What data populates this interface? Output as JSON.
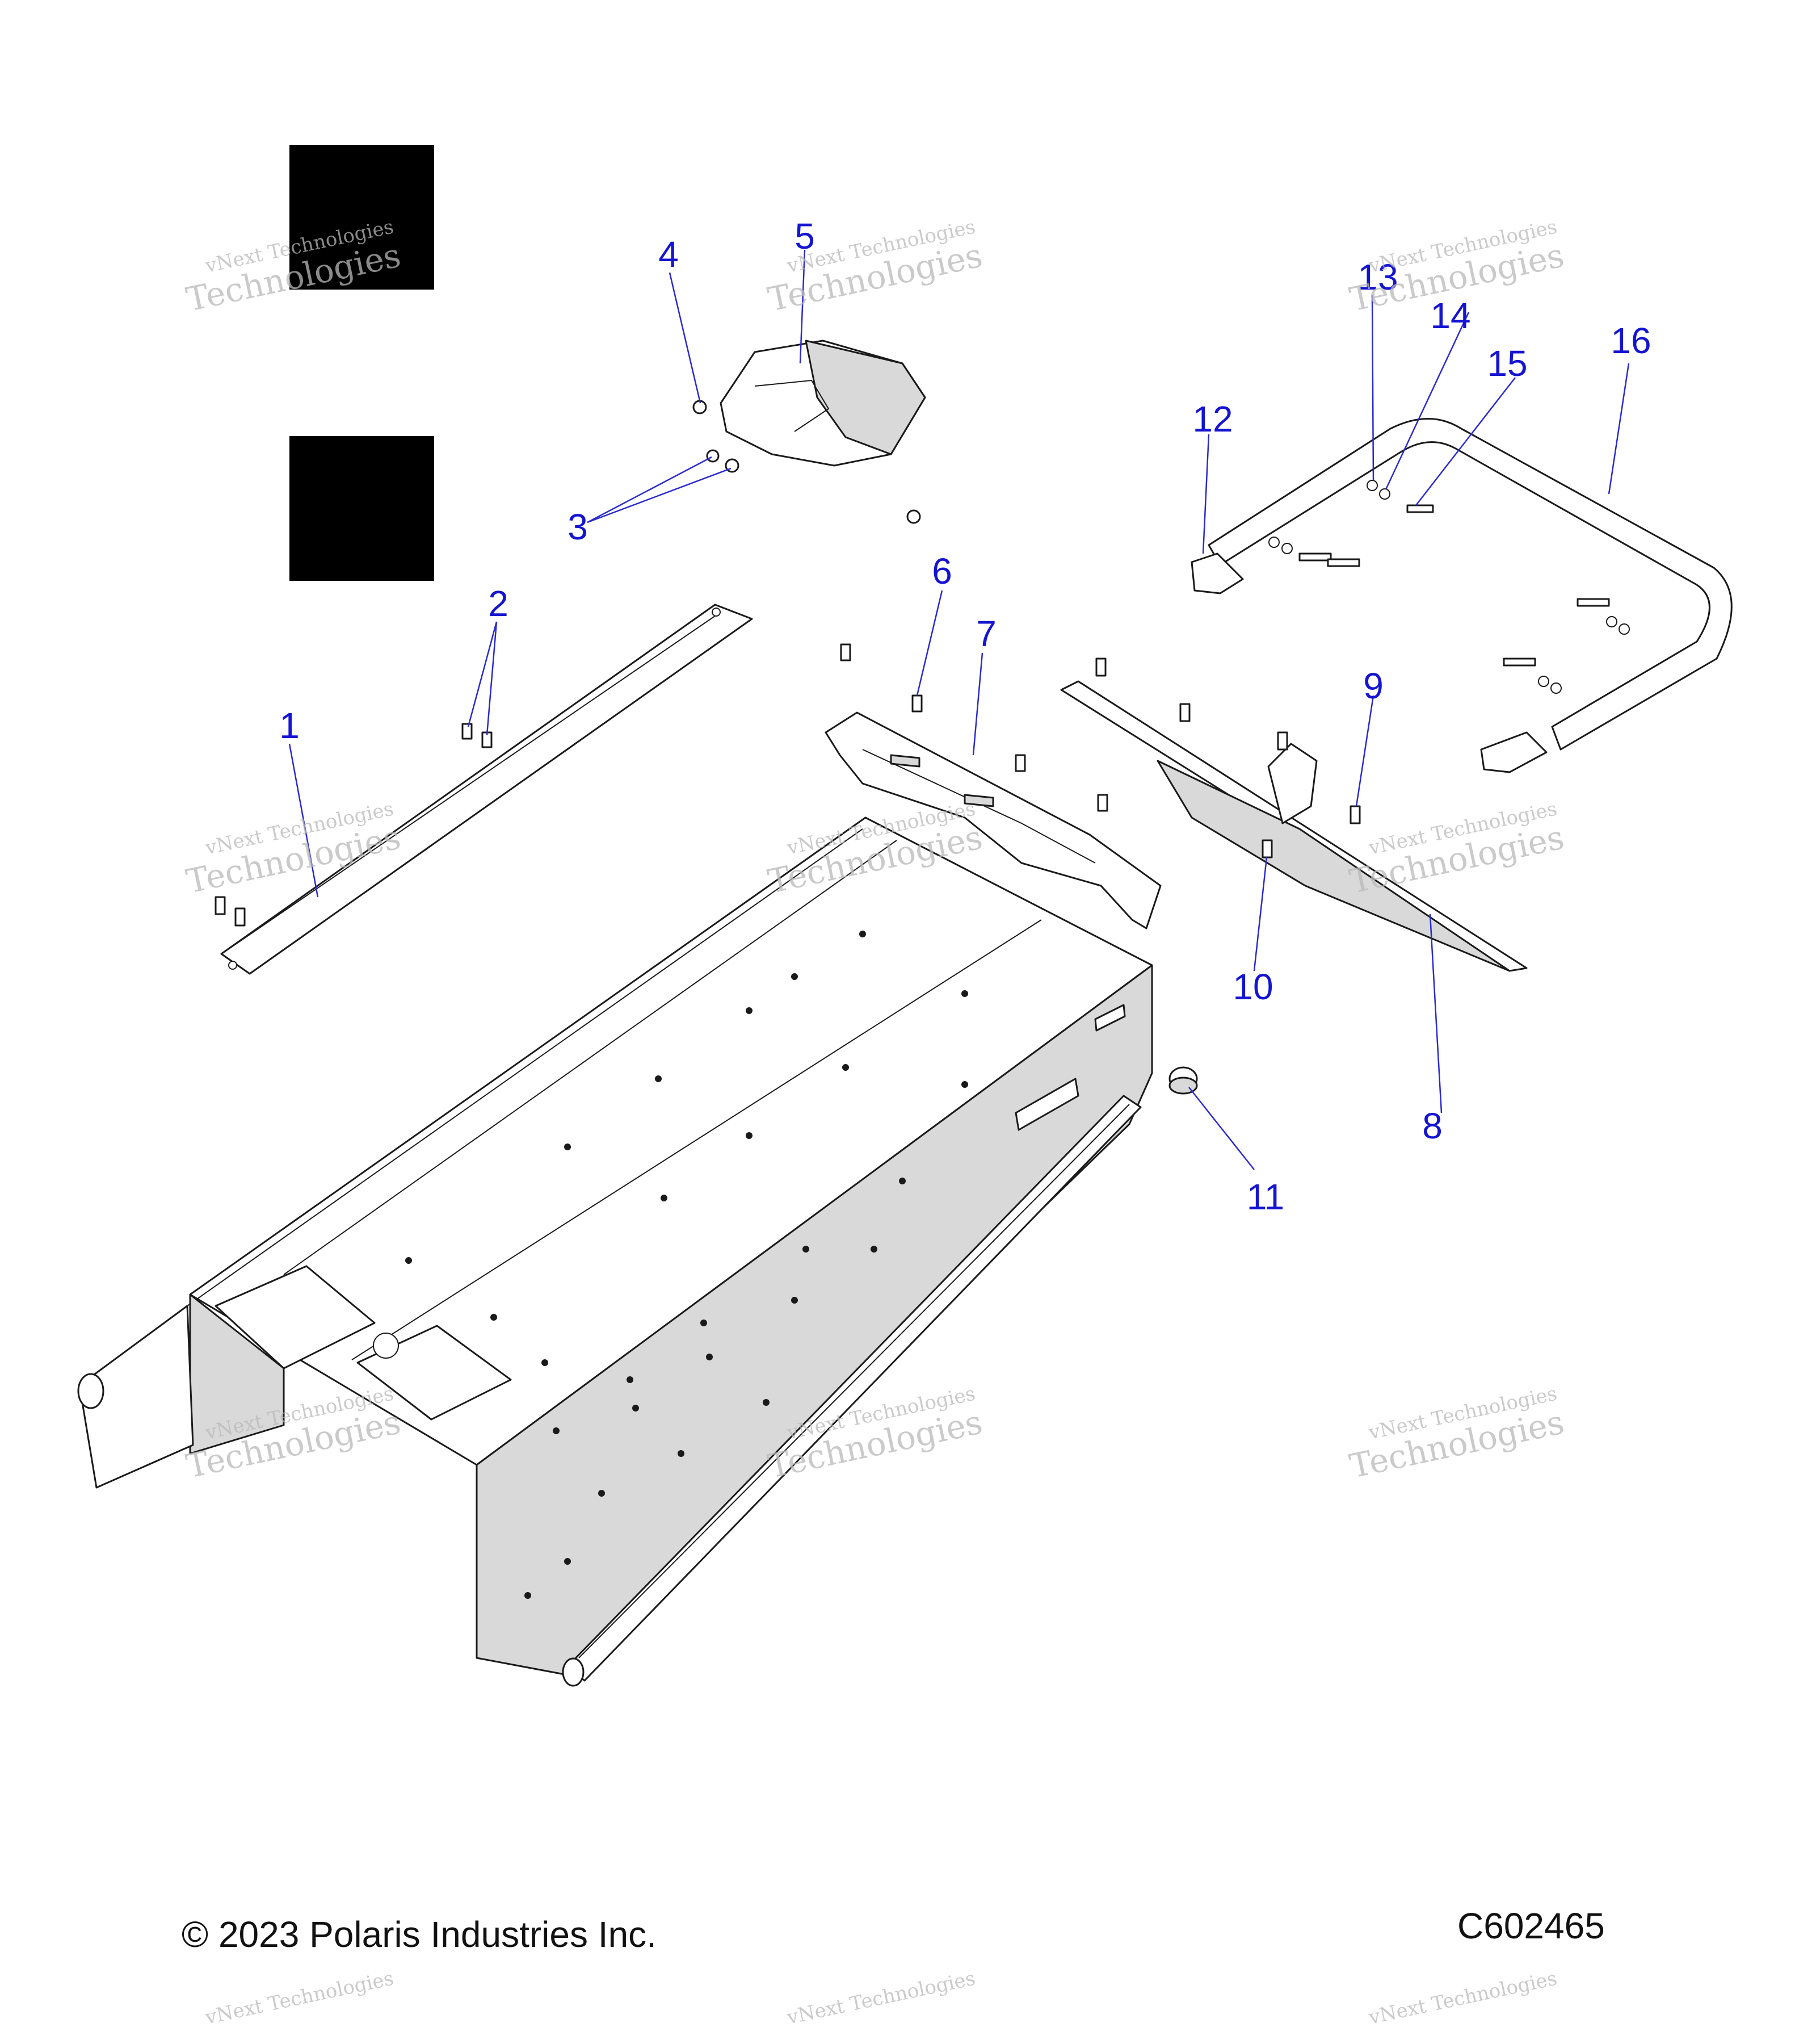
{
  "colors": {
    "callout": "#1414d2",
    "line": "#1a1a1a",
    "shade": "#d9d9d9"
  },
  "callouts": [
    "1",
    "2",
    "3",
    "4",
    "5",
    "6",
    "7",
    "8",
    "9",
    "10",
    "11",
    "12",
    "13",
    "14",
    "15",
    "16"
  ],
  "watermark": {
    "line1": "vNext Technologies",
    "line2": "Technologies"
  },
  "footer": {
    "copyright": "© 2023 Polaris Industries Inc.",
    "diagram_code": "C602465"
  }
}
